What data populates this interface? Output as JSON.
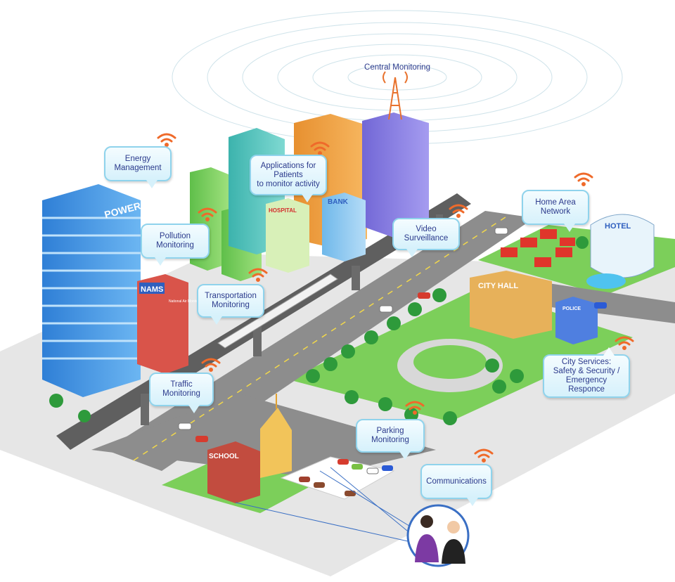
{
  "central_label": "Central Monitoring",
  "bubbles": {
    "energy": "Energy\nManagement",
    "patients": "Applications for\nPatients\nto monitor activity",
    "pollution": "Pollution\nMonitoring",
    "transport": "Transportation\nMonitoring",
    "video": "Video\nSurveillance",
    "home": "Home Area\nNetwork",
    "city_services": "City Services:\nSafety & Security /\nEmergency Responce",
    "traffic": "Traffic\nMonitoring",
    "parking": "Parking\nMonitoring",
    "communications": "Communications"
  },
  "signs": {
    "power": "POWER",
    "hospital": "HOSPITAL",
    "bank": "BANK",
    "nams": "NAMS",
    "nams_sub": "National Air Monitoring System",
    "city_hall": "CITY HALL",
    "hotel": "HOTEL",
    "police": "POLICE",
    "school": "SCHOOL"
  },
  "colors": {
    "wifi": "#ef6a2a",
    "bubble_border": "#8fd3ec",
    "bubble_text": "#2b3a8c",
    "grass": "#7ccf5a",
    "road": "#8d8d8d"
  },
  "icons": [
    "wifi-icon",
    "antenna-tower-icon",
    "tree-icon",
    "car-icon",
    "people-icon"
  ]
}
